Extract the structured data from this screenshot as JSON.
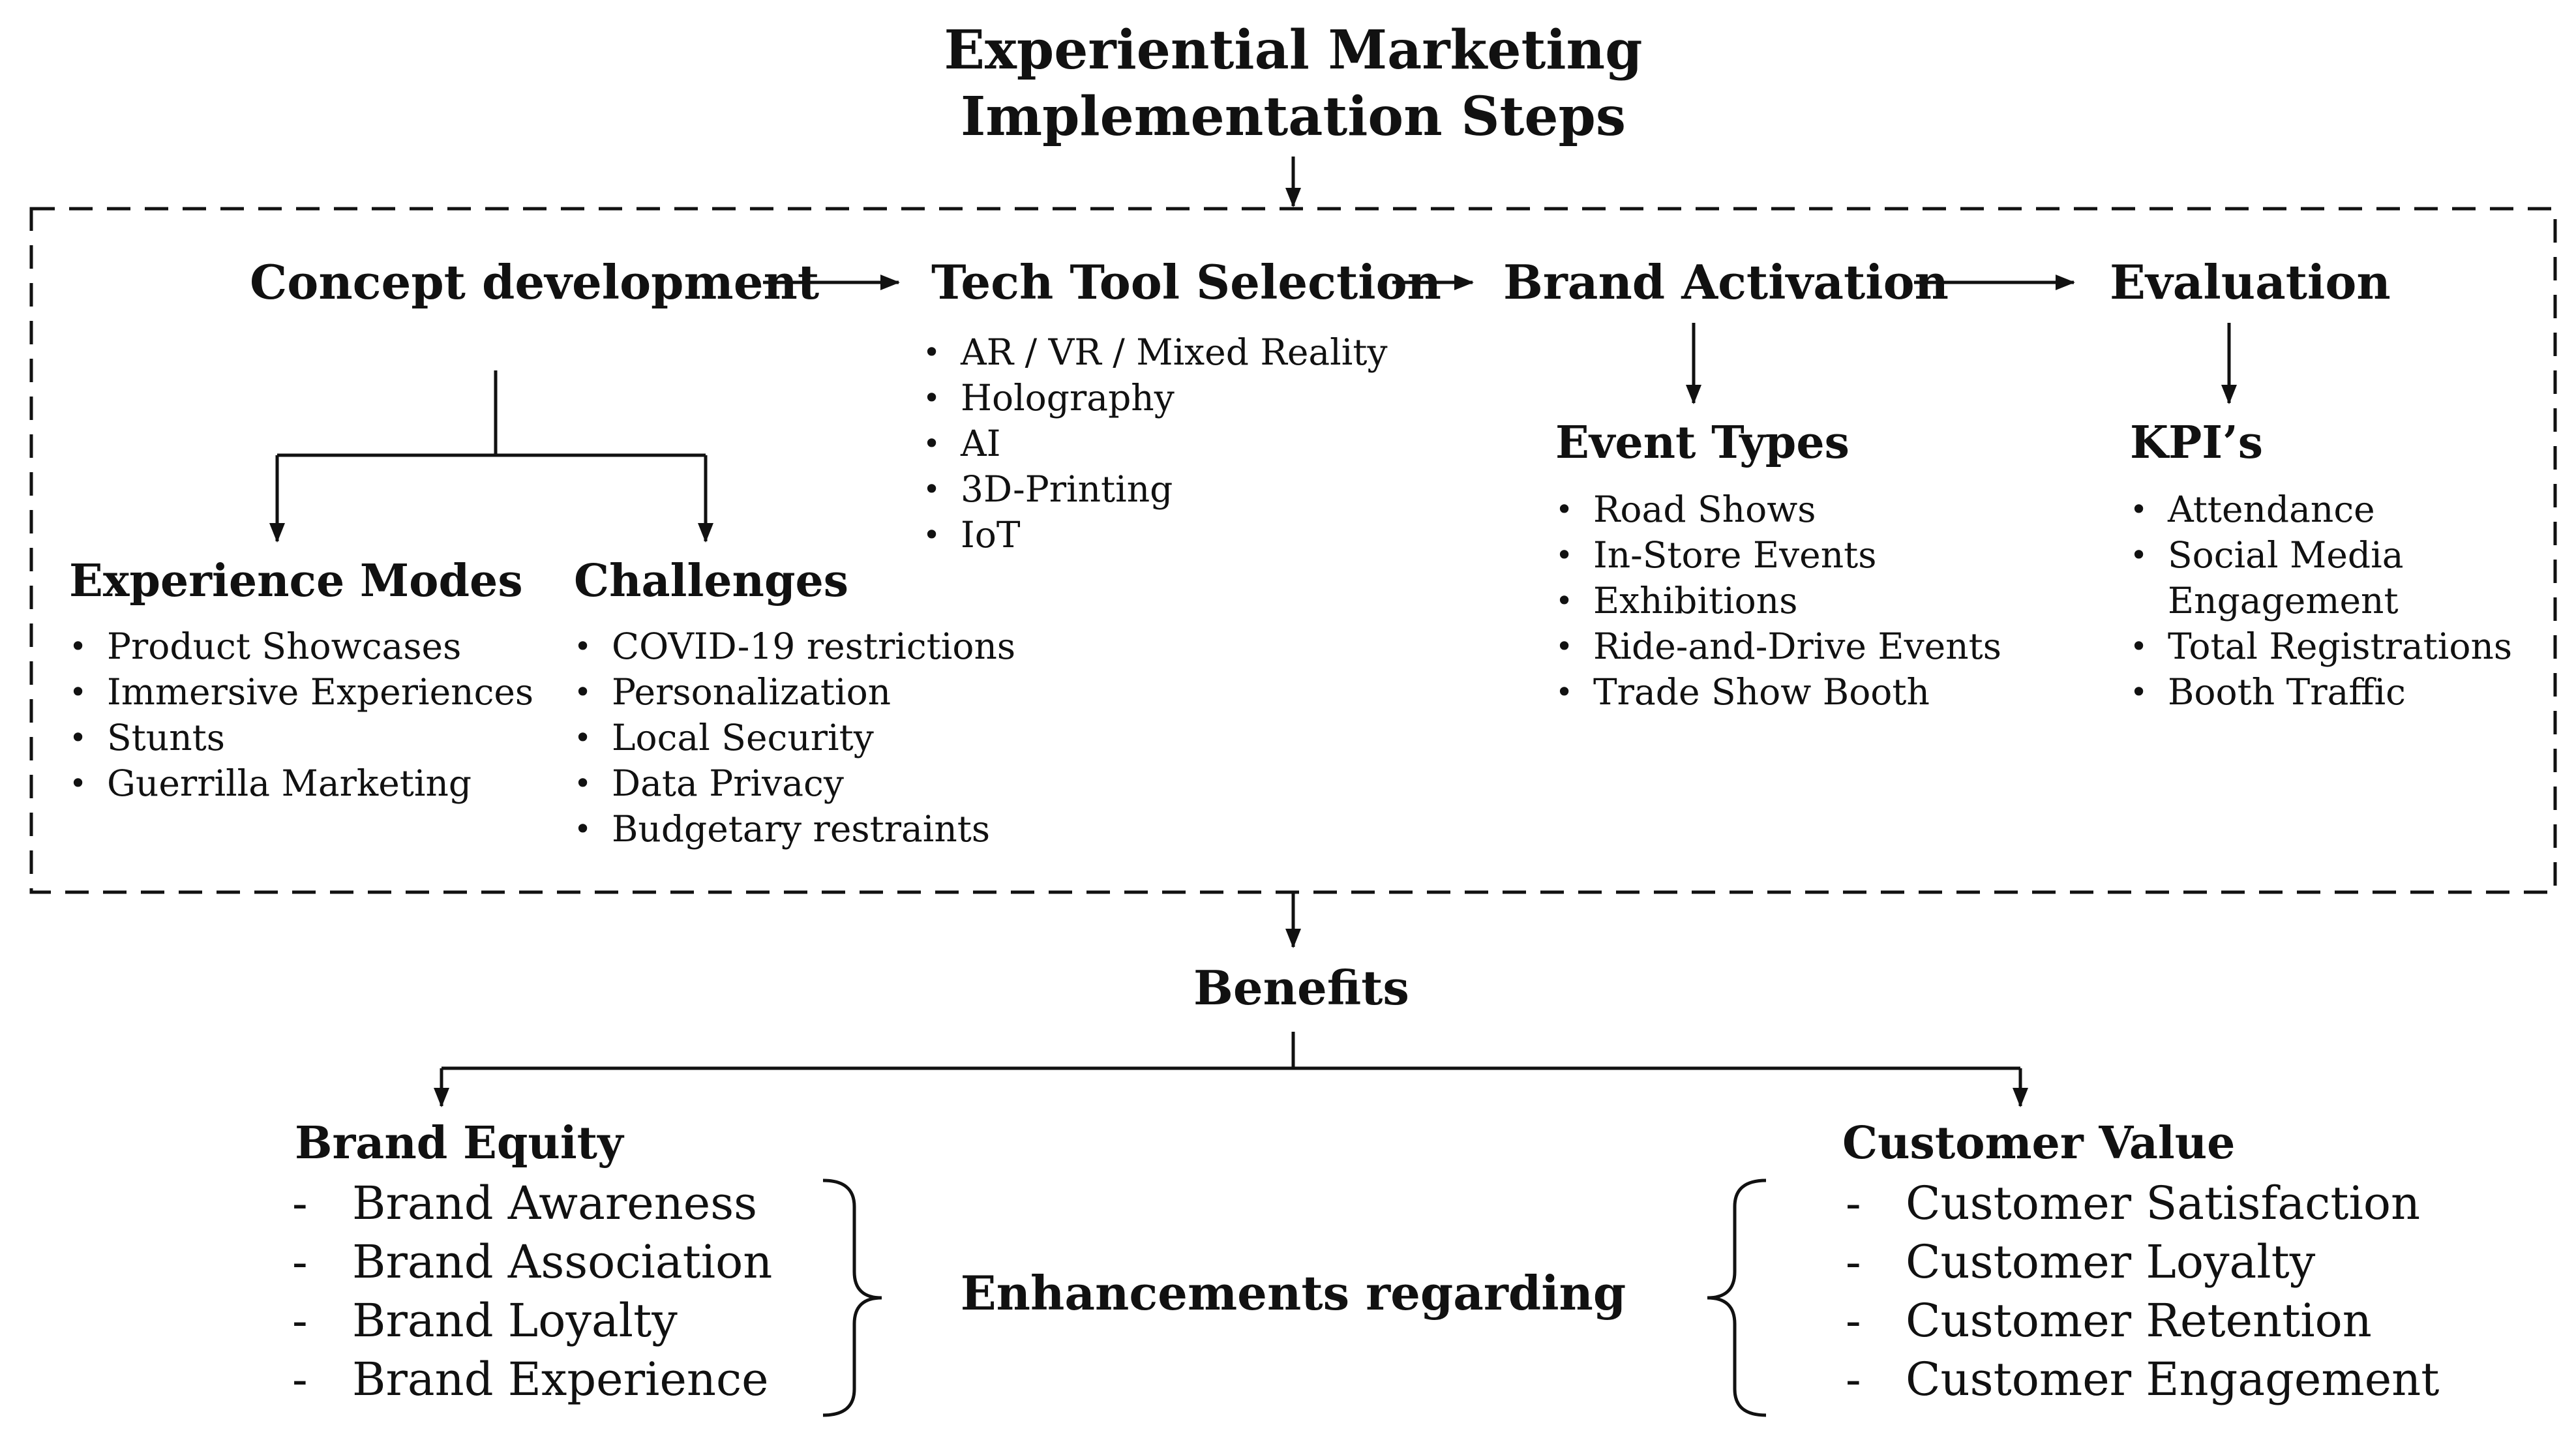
{
  "title": {
    "line1": "Experiential Marketing",
    "line2": "Implementation Steps"
  },
  "steps": {
    "concept": "Concept development",
    "tech": "Tech Tool Selection",
    "activation": "Brand Activation",
    "evaluation": "Evaluation"
  },
  "tech_tools": [
    "AR / VR / Mixed Reality",
    "Holography",
    "AI",
    "3D-Printing",
    "IoT"
  ],
  "experience_modes": {
    "heading": "Experience Modes",
    "items": [
      "Product Showcases",
      "Immersive Experiences",
      "Stunts",
      "Guerrilla Marketing"
    ]
  },
  "challenges": {
    "heading": "Challenges",
    "items": [
      "COVID-19 restrictions",
      "Personalization",
      "Local Security",
      "Data Privacy",
      "Budgetary restraints"
    ]
  },
  "event_types": {
    "heading": "Event Types",
    "items": [
      "Road Shows",
      "In-Store Events",
      "Exhibitions",
      "Ride-and-Drive Events",
      "Trade Show Booth"
    ]
  },
  "kpis": {
    "heading": "KPI’s",
    "items": [
      "Attendance",
      "Social Media",
      "Engagement",
      "Total Registrations",
      "Booth Traffic"
    ]
  },
  "benefits": "Benefits",
  "brand_equity": {
    "heading": "Brand Equity",
    "items": [
      "Brand Awareness",
      "Brand Association",
      "Brand Loyalty",
      "Brand Experience"
    ]
  },
  "customer_value": {
    "heading": "Customer Value",
    "items": [
      "Customer Satisfaction",
      "Customer Loyalty",
      "Customer Retention",
      "Customer Engagement"
    ]
  },
  "enhancements": "Enhancements regarding"
}
